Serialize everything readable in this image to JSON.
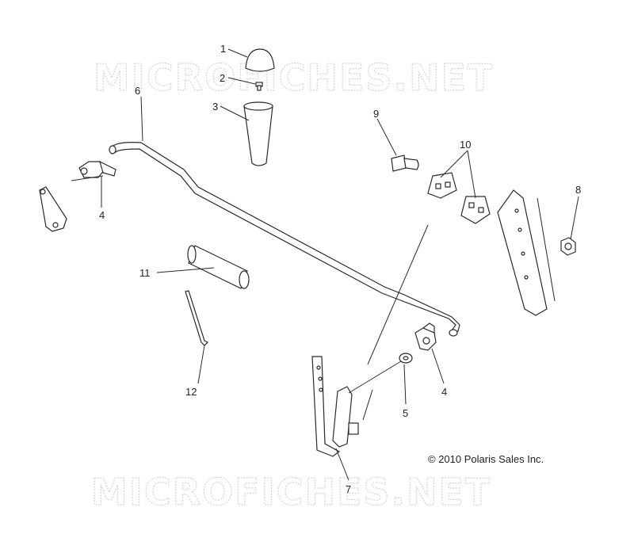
{
  "watermark": {
    "top_text": "MICROFICHES.NET",
    "bottom_text": "MICROFICHES.NET"
  },
  "copyright": "© 2010 Polaris Sales Inc.",
  "callouts": {
    "c1": "1",
    "c2": "2",
    "c3": "3",
    "c4a": "4",
    "c4b": "4",
    "c5": "5",
    "c6": "6",
    "c7": "7",
    "c8": "8",
    "c9": "9",
    "c10": "10",
    "c11": "11",
    "c12": "12"
  }
}
